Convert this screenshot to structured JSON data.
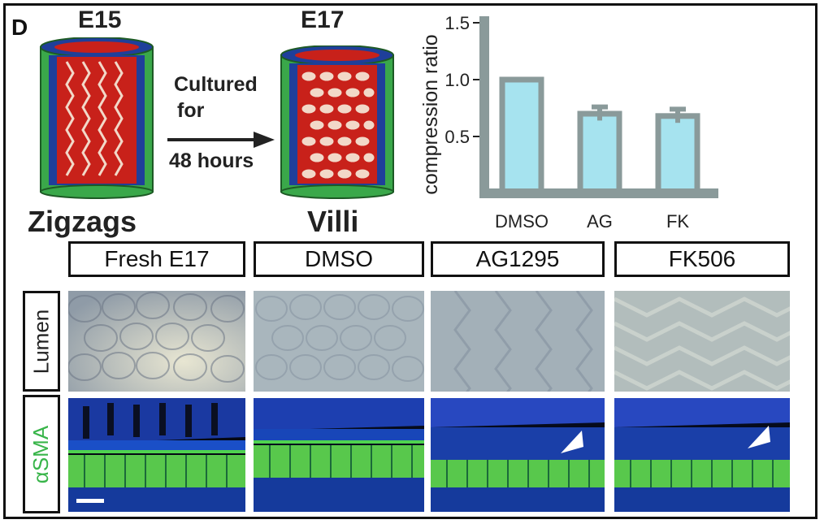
{
  "panel_label": "D",
  "schematic": {
    "left_stage": "E15",
    "right_stage": "E17",
    "arrow_text": [
      "Cultured",
      "for",
      "48 hours"
    ],
    "left_caption": "Zigzags",
    "right_caption": "Villi"
  },
  "chart_data": {
    "type": "bar",
    "categories": [
      "DMSO",
      "AG",
      "FK"
    ],
    "values": [
      1.0,
      0.7,
      0.68
    ],
    "errors": [
      0,
      0.06,
      0.06
    ],
    "ylabel": "compression ratio",
    "ylim": [
      0,
      1.5
    ],
    "yticks": [
      "0.5",
      "1.0",
      "1.5"
    ],
    "grid": false,
    "colors": {
      "bar_fill": "#a6e3ef",
      "bar_stroke": "#8a9a9a",
      "axis": "#8a9a9a"
    }
  },
  "micrographs": {
    "columns": [
      "Fresh E17",
      "DMSO",
      "AG1295",
      "FK506"
    ],
    "rows": [
      "Lumen",
      "αSMA"
    ],
    "colors": {
      "asma_label": "#39b54a",
      "lumen_label": "#222222"
    }
  }
}
